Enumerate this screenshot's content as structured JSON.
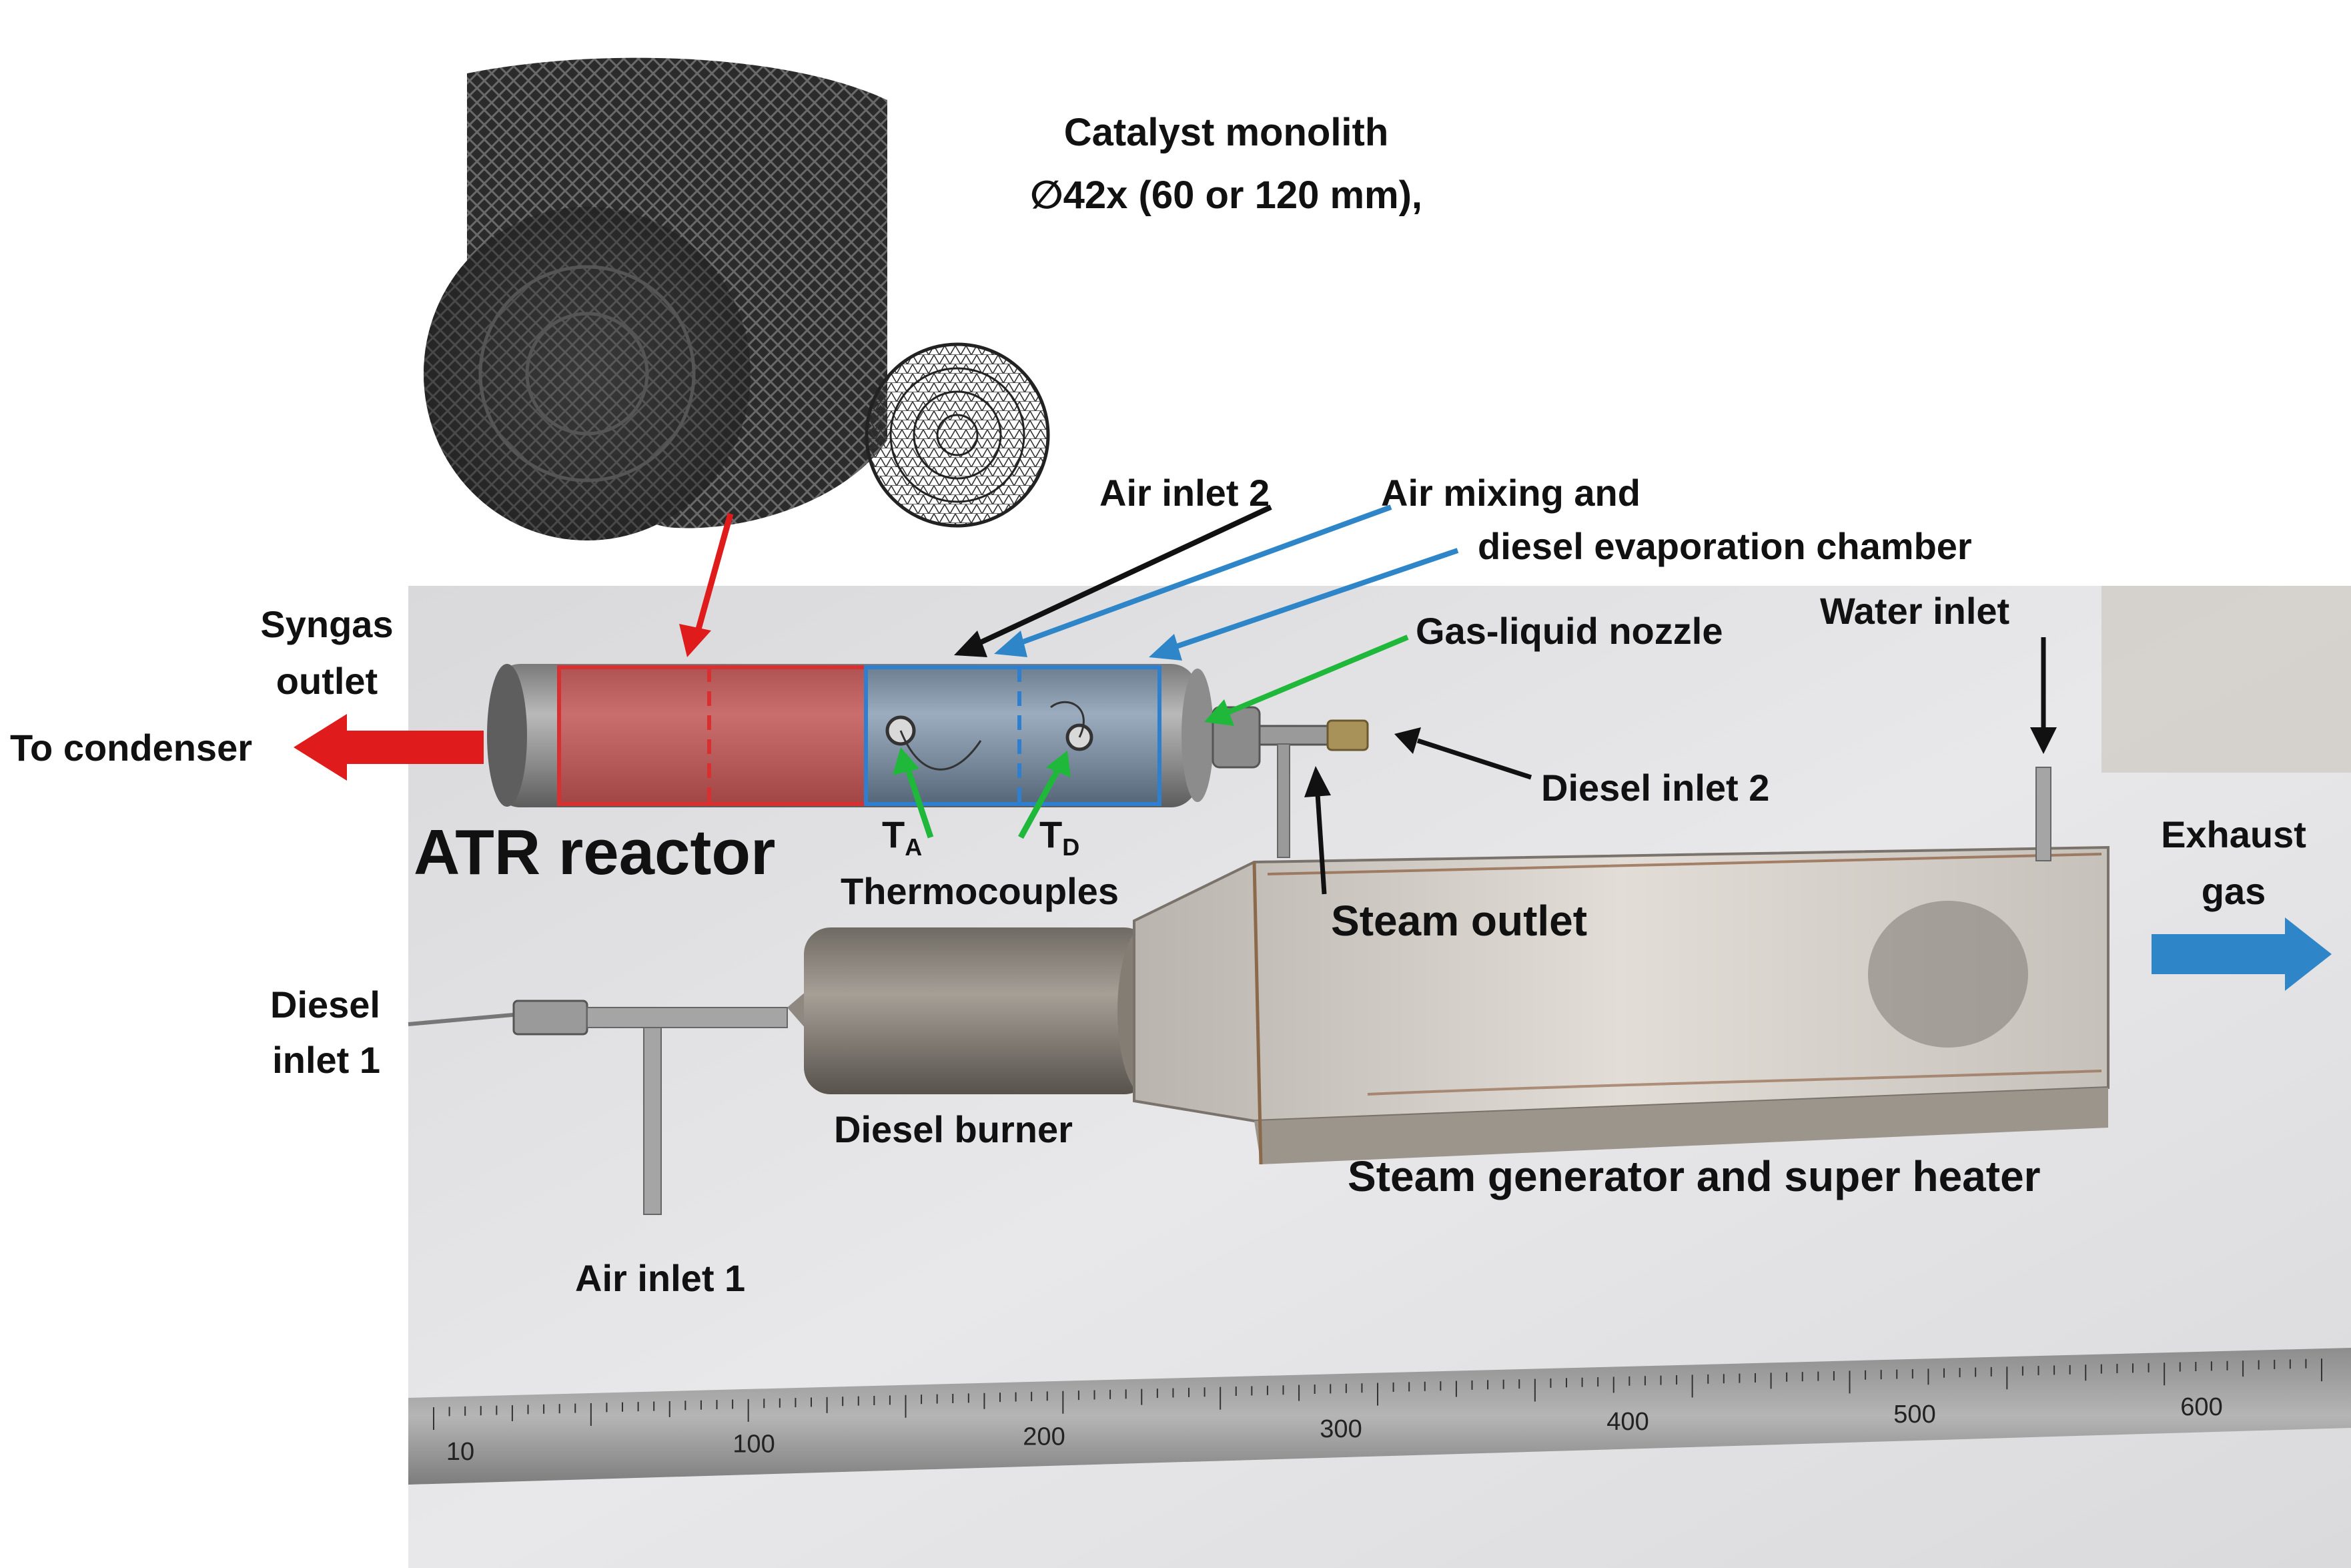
{
  "labels": {
    "catalyst_title": "Catalyst monolith",
    "catalyst_dims": "∅42x (60 or 120 mm),",
    "air_inlet_2": "Air inlet 2",
    "air_mixing_line1": "Air mixing and",
    "air_mixing_line2": "diesel evaporation chamber",
    "water_inlet": "Water inlet",
    "gas_liquid_nozzle": "Gas-liquid nozzle",
    "syngas_line1": "Syngas",
    "syngas_line2": "outlet",
    "to_condenser": "To condenser",
    "diesel_inlet_2": "Diesel inlet 2",
    "atr_reactor": "ATR reactor",
    "t_a_base": "T",
    "t_a_sub": "A",
    "t_d_base": "T",
    "t_d_sub": "D",
    "thermocouples": "Thermocouples",
    "steam_outlet": "Steam outlet",
    "exhaust_line1": "Exhaust",
    "exhaust_line2": "gas",
    "diesel_inlet_1_line1": "Diesel",
    "diesel_inlet_1_line2": "inlet 1",
    "diesel_burner": "Diesel burner",
    "steam_generator": "Steam generator and super heater",
    "air_inlet_1": "Air inlet 1"
  },
  "ruler_ticks": [
    "10",
    "100",
    "200",
    "300",
    "400",
    "500",
    "600"
  ],
  "colors": {
    "red_arrow": "#e01b1b",
    "blue_arrow": "#2e86c8",
    "green_arrow": "#1fb83a",
    "black_arrow": "#111111",
    "reactor_red_box": "#d83030",
    "reactor_blue_box": "#2f7fd0"
  }
}
